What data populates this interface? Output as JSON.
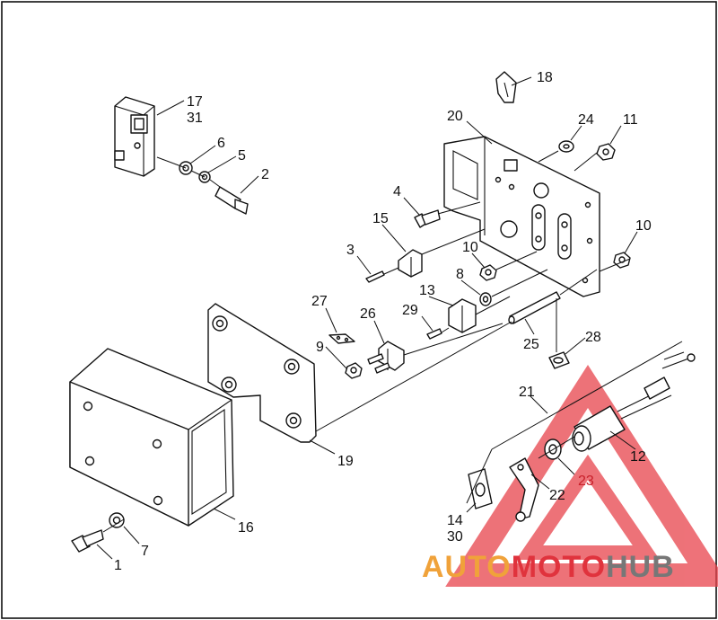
{
  "callouts": {
    "c1": "1",
    "c2": "2",
    "c3": "3",
    "c4": "4",
    "c5": "5",
    "c6": "6",
    "c7": "7",
    "c8": "8",
    "c9": "9",
    "c10a": "10",
    "c10b": "10",
    "c11": "11",
    "c12": "12",
    "c13": "13",
    "c14": "14",
    "c15": "15",
    "c16": "16",
    "c17": "17",
    "c18": "18",
    "c19": "19",
    "c20": "20",
    "c21": "21",
    "c22": "22",
    "c23": "23",
    "c24": "24",
    "c25": "25",
    "c26": "26",
    "c27": "27",
    "c28": "28",
    "c29": "29",
    "c30": "30",
    "c31": "31"
  },
  "watermark": {
    "part1": "AUTO",
    "part2": "MOTO",
    "part3": "HUB",
    "colors": {
      "orange": "#f0a23a",
      "red": "#e0333d",
      "gray": "#777777",
      "triangle": "#e8434c"
    }
  }
}
